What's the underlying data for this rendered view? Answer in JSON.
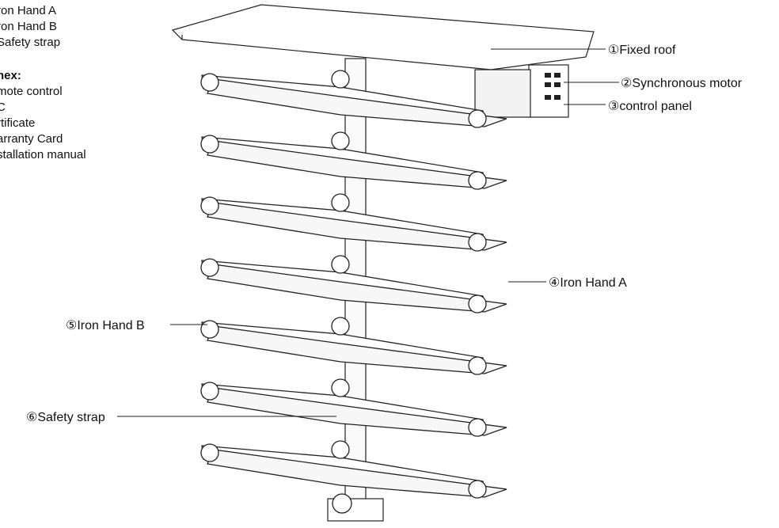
{
  "parts_list": [
    "ron Hand A",
    "ron Hand B",
    "Safety strap"
  ],
  "annex": {
    "title": "nex:",
    "items": [
      "mote control",
      "C",
      "rtificate",
      "arranty Card",
      "stallation manual"
    ]
  },
  "callouts": {
    "fixed_roof": "①Fixed roof",
    "synchronous_motor": "②Synchronous motor",
    "control_panel": "③control panel",
    "iron_hand_a": "④Iron Hand A",
    "iron_hand_b": "⑤Iron Hand B",
    "safety_strap": "⑥Safety strap"
  }
}
